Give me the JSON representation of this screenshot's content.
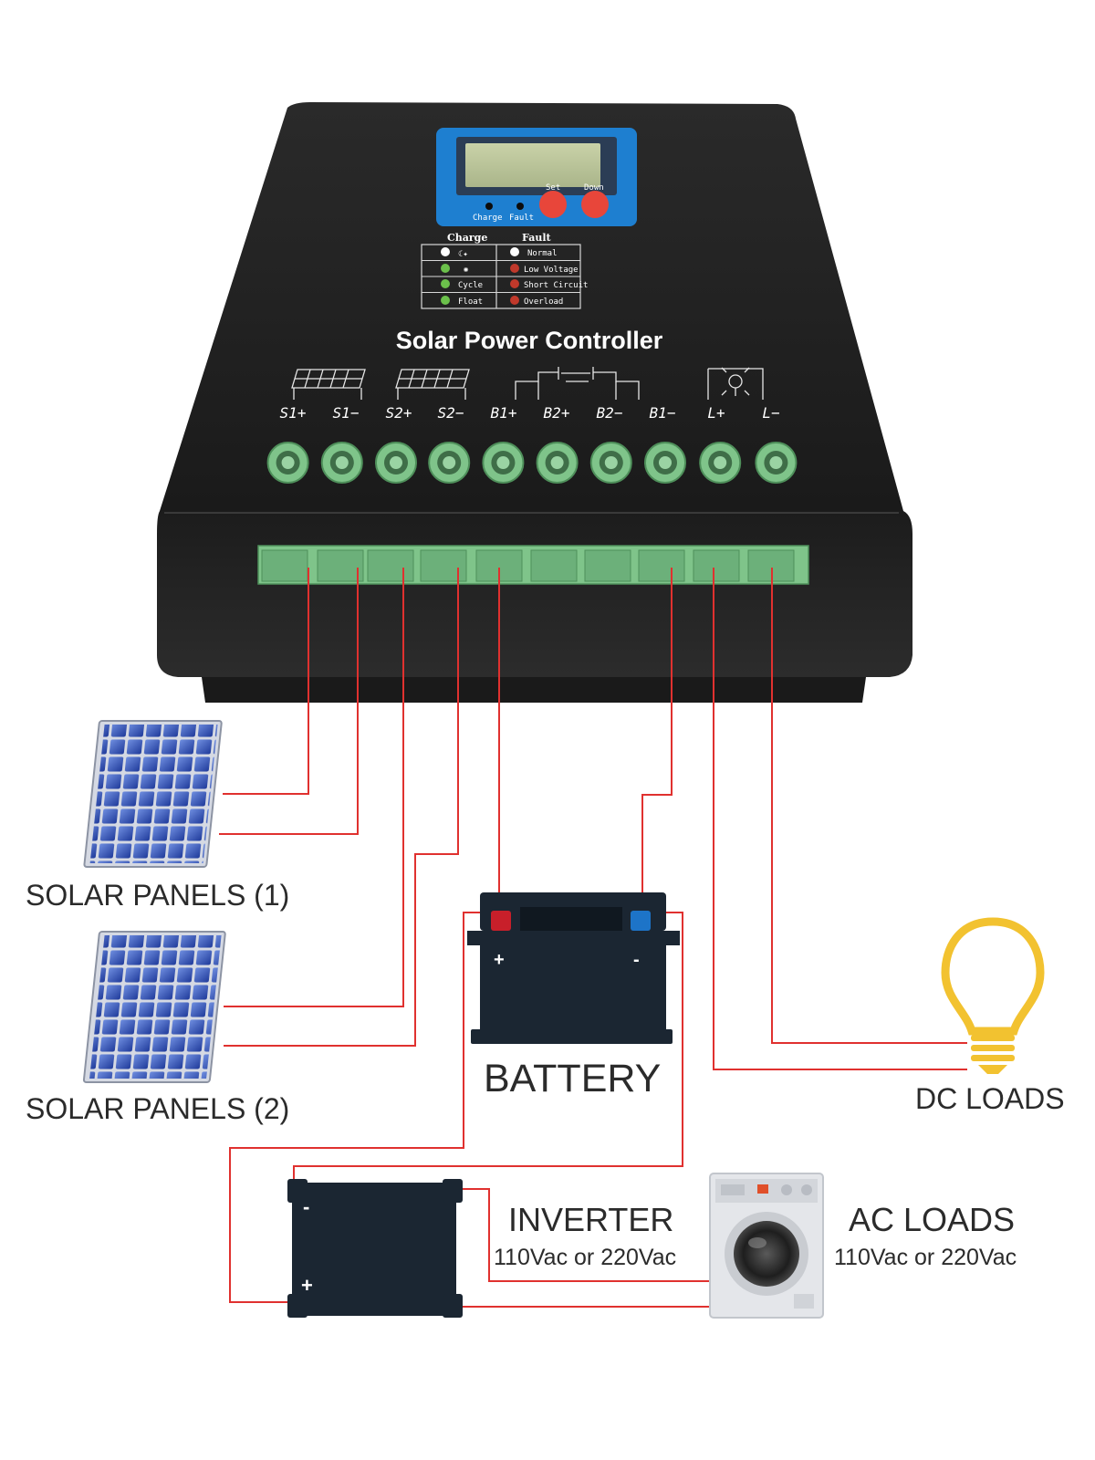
{
  "controller": {
    "title": "Solar Power Controller",
    "lcd_buttons": {
      "set": "Set",
      "down": "Down"
    },
    "indicators": {
      "charge": "Charge",
      "fault": "Fault"
    },
    "legend": {
      "charge_header": "Charge",
      "fault_header": "Fault",
      "charge_rows": [
        "",
        "",
        "Cycle",
        "Float"
      ],
      "fault_rows": [
        "Normal",
        "Low Voltage",
        "Short Circuit",
        "Overload"
      ]
    },
    "terminals": [
      "S1+",
      "S1−",
      "S2+",
      "S2−",
      "B1+",
      "B2+",
      "B2−",
      "B1−",
      "L+",
      "L−"
    ]
  },
  "labels": {
    "solar1": "SOLAR PANELS (1)",
    "solar2": "SOLAR PANELS (2)",
    "battery": "BATTERY",
    "dc_loads": "DC LOADS",
    "inverter": "INVERTER",
    "inverter_spec": "110Vac or 220Vac",
    "ac_loads": "AC LOADS",
    "ac_loads_spec": "110Vac or 220Vac",
    "battery_plus": "+",
    "battery_minus": "-",
    "inverter_plus": "+",
    "inverter_minus": "-"
  },
  "colors": {
    "wire": "#e0312f",
    "case": "#222222",
    "terminal_green": "#7fc48a",
    "lcd_frame": "#1e7fd0",
    "button_red": "#e8463a",
    "panel_blue": "#2f4fb8",
    "bulb_yellow": "#f2c230",
    "battery_body": "#1b2632"
  }
}
